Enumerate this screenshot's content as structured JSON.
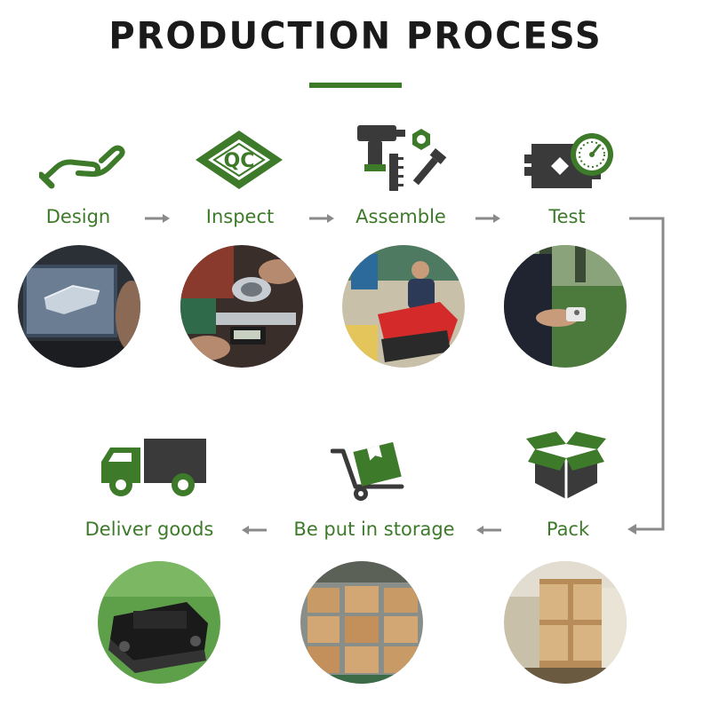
{
  "title": "PRODUCTION PROCESS",
  "accent_color": "#3d7a2a",
  "dark_color": "#3a3a3a",
  "steps": [
    {
      "label": "Design",
      "icon": "hand-icon",
      "photo": "designer-computer-photo"
    },
    {
      "label": "Inspect",
      "icon": "qc-badge-icon",
      "photo": "caliper-measure-photo"
    },
    {
      "label": "Assemble",
      "icon": "tools-icon",
      "photo": "worker-assembly-photo"
    },
    {
      "label": "Test",
      "icon": "pressure-gauge-icon",
      "photo": "remote-control-test-photo"
    },
    {
      "label": "Pack",
      "icon": "box-icon",
      "photo": "wooden-crate-photo"
    },
    {
      "label": "Be put in storage",
      "icon": "hand-truck-icon",
      "photo": "warehouse-crates-photo"
    },
    {
      "label": "Deliver goods",
      "icon": "truck-icon",
      "photo": "robot-mower-photo"
    }
  ],
  "icons": {
    "qc_text": "QC"
  }
}
